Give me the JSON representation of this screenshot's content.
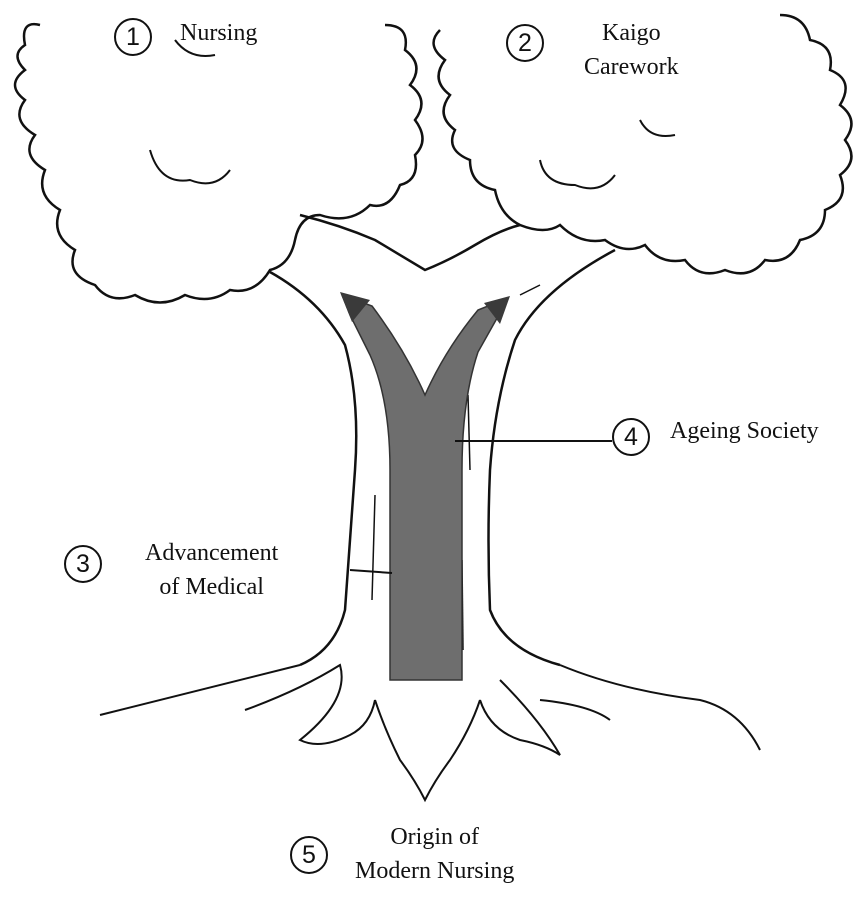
{
  "labels": {
    "nursing": {
      "number": "1",
      "lines": [
        "Nursing"
      ]
    },
    "kaigo": {
      "number": "2",
      "lines": [
        "Kaigo",
        "Carework"
      ]
    },
    "medical": {
      "number": "3",
      "lines": [
        "Advancement",
        "of Medical"
      ]
    },
    "ageing": {
      "number": "4",
      "lines": [
        "Ageing Society"
      ]
    },
    "origin": {
      "number": "5",
      "lines": [
        "Origin of",
        "Modern Nursing"
      ]
    }
  },
  "colors": {
    "ink": "#111111",
    "trunk_arrow": "#6e6e6e"
  }
}
